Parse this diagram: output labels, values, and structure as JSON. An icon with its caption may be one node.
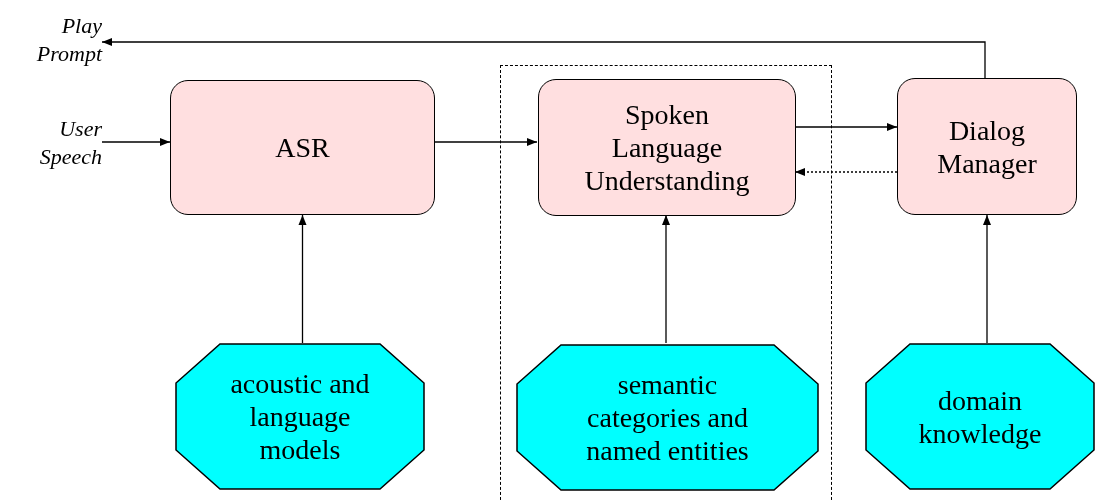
{
  "diagram": {
    "nodes": [
      {
        "text": [
          "Play Prompt"
        ]
      },
      {
        "text": [
          "User Speech"
        ]
      },
      {
        "text": [
          "ASR"
        ]
      },
      {
        "text": [],
        "shape": "box"
      },
      {
        "text": [
          "Spoken Language Understanding"
        ],
        "in": 3
      },
      {
        "text": [
          "Dialog Manager"
        ]
      },
      {
        "text": [
          "acoustic and language models"
        ]
      },
      {
        "text": [
          "semantic categories and named entities"
        ],
        "in": 3
      },
      {
        "text": [
          "domain knowledge"
        ]
      }
    ],
    "edges": [
      {
        "from": 5,
        "to": 0,
        "arrow": "to"
      },
      {
        "from": 1,
        "to": 2,
        "arrow": "to"
      },
      {
        "from": 2,
        "to": 4,
        "arrow": "to"
      },
      {
        "from": 4,
        "to": 5,
        "arrow": "to"
      },
      {
        "from": 5,
        "to": 4,
        "arrow": "to",
        "style": "dashed"
      },
      {
        "from": 6,
        "to": 2,
        "arrow": "to"
      },
      {
        "from": 7,
        "to": 4,
        "arrow": "to"
      },
      {
        "from": 8,
        "to": 5,
        "arrow": "to"
      }
    ]
  }
}
